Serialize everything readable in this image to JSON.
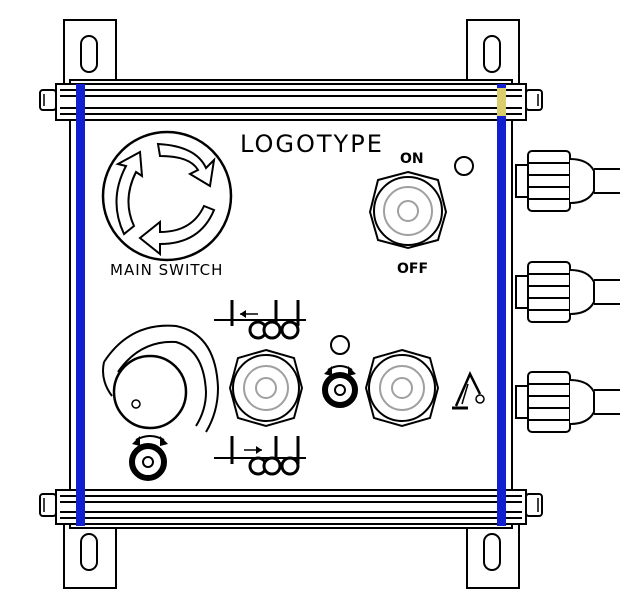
{
  "panel": {
    "logotype": "LOGOTYPE",
    "main_switch_label": "MAIN SWITCH",
    "on_label": "ON",
    "off_label": "OFF"
  },
  "colors": {
    "rail": "#1020d0",
    "outline": "#000000",
    "background": "#ffffff",
    "button_inner": "#a0a0a0",
    "accent_yellow": "#f0e060"
  },
  "icons": [
    "mounting-bracket-icon",
    "bolt-icon",
    "main-switch-arrows-icon",
    "indicator-lamp-icon",
    "rotary-knob-icon",
    "rotate-arrow-icon",
    "trailer-icon",
    "crane-arm-icon",
    "cable-gland-icon"
  ]
}
